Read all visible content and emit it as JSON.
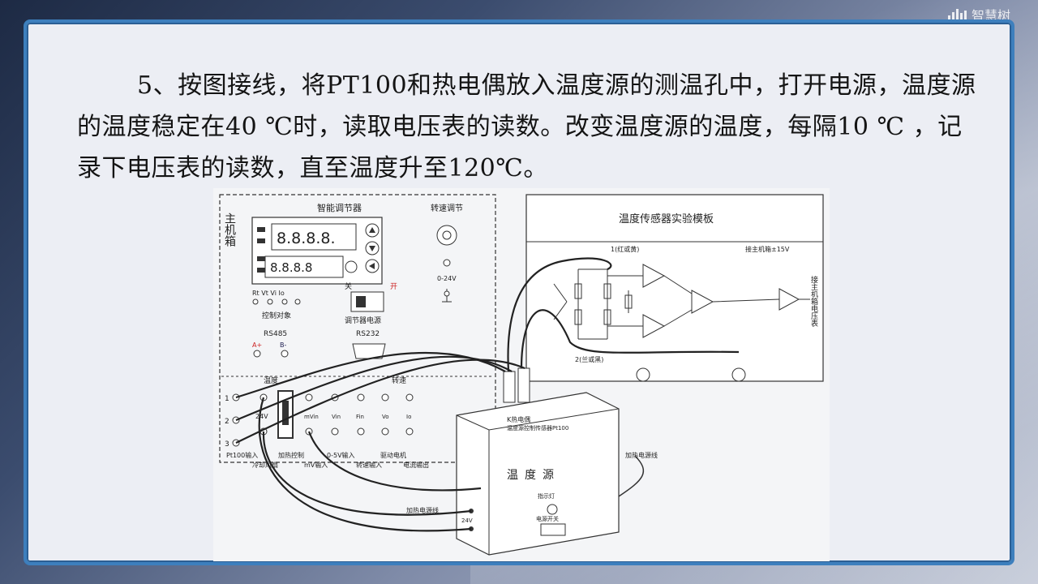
{
  "watermark": {
    "text": "智慧树"
  },
  "slide": {
    "paragraph": "5、按图接线，将PT100和热电偶放入温度源的测温孔中，打开电源，温度源的温度稳定在40 ℃时，读取电压表的读数。改变温度源的温度，每隔10 ℃ ，记录下电压表的读数，直至温度升至120℃。"
  },
  "diagram": {
    "host_label": "主机箱",
    "controller_title": "智能调节器",
    "display_top": "8.8.8.8.",
    "display_bottom": "8.8.8.8",
    "speed_adjust": "转速调节",
    "voltage_range": "0-24V",
    "control_object": "控制对象",
    "switch_off": "关",
    "switch_on": "开",
    "regulator_power": "调节器电源",
    "rs485": "RS485",
    "rs232": "RS232",
    "a_plus": "A+",
    "b_minus": "B-",
    "temp_group": "温度",
    "speed_group": "转速",
    "v24": "24V",
    "bottom_labels": [
      "Pt100输入",
      "冷却风扇",
      "加热控制",
      "mV输入",
      "0-5V输入",
      "转速输入",
      "驱动电机",
      "电流输出"
    ],
    "row_labels": [
      "1",
      "2",
      "3"
    ],
    "terminal_labels": [
      "mVin",
      "Vin",
      "Fin",
      "Vo",
      "Io"
    ],
    "board_title": "温度传感器实验模板",
    "board_label_1": "1(红或黄)",
    "board_label_2": "2(兰或黑)",
    "board_host_gnd": "接主机箱±15V",
    "board_side_label": "接主机箱电压表",
    "source_title": "温度源",
    "source_top_label_1": "K热电偶",
    "source_top_label_2": "温度源控制传感器Pt100",
    "source_indicator": "指示灯",
    "source_power_switch": "电源开关",
    "heating_line": "加热电源线",
    "heating_line_2": "加热电源线",
    "source_24v": "24V"
  }
}
